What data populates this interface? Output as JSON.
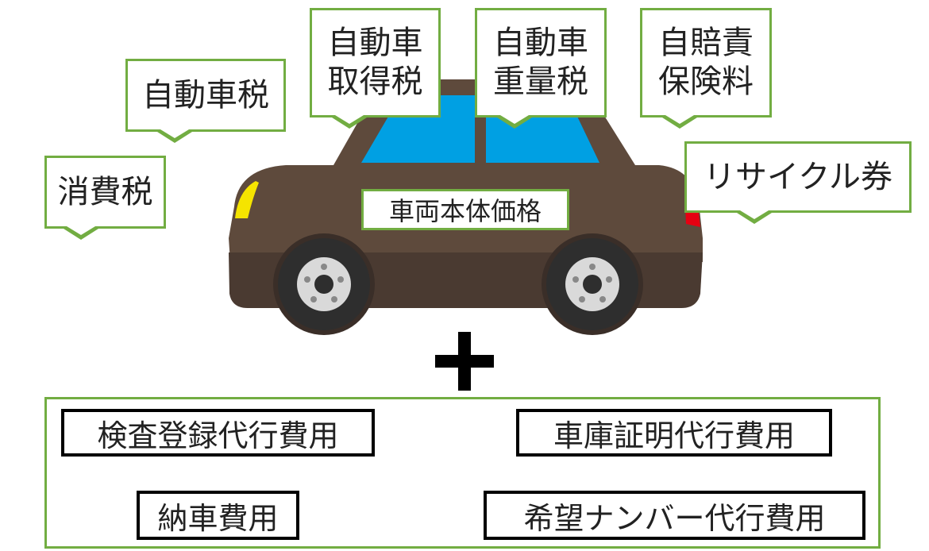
{
  "callouts": {
    "consumption_tax": "消費税",
    "automobile_tax": "自動車税",
    "acquisition_tax": "自動車\n取得税",
    "weight_tax": "自動車\n重量税",
    "insurance": "自賠責\n保険料",
    "recycling": "リサイクル券"
  },
  "car": {
    "price_label": "車両本体価格"
  },
  "plus_sign": "+",
  "fees": {
    "inspection_registration": "検査登録代行費用",
    "garage_certificate": "車庫証明代行費用",
    "delivery": "納車費用",
    "desired_number": "希望ナンバー代行費用"
  },
  "colors": {
    "callout_border": "#72ad42",
    "car_body": "#5e4a3c",
    "car_lower": "#4a3a31",
    "window": "#00a0e3",
    "headlight": "#f5e400",
    "taillight": "#e60012",
    "tire": "#2e2e2e",
    "wheel": "#d9d9d9"
  }
}
